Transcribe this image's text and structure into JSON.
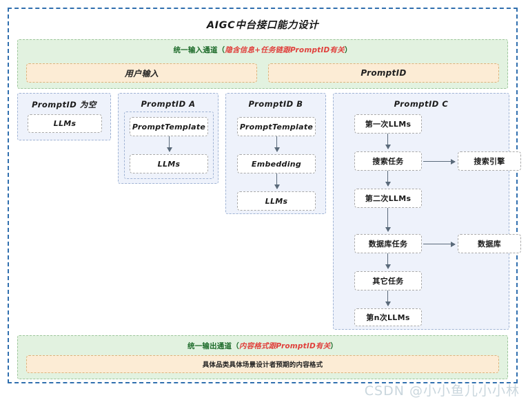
{
  "diagram": {
    "title": "AIGC中台接口能力设计",
    "watermark": "CSDN @小小鱼儿小小林"
  },
  "input_channel": {
    "label_prefix": "统一输入通道（",
    "label_accent": "隐含信息+任务链跟PromptID有关",
    "label_suffix": "）",
    "boxes": [
      {
        "label": "用户输入"
      },
      {
        "label": "PromptID"
      }
    ]
  },
  "output_channel": {
    "label_prefix": "统一输出通道（",
    "label_accent": "内容格式跟PromptID有关",
    "label_suffix": "）",
    "boxes": [
      {
        "label": "具体品类具体场景设计者预期的内容格式"
      }
    ]
  },
  "columns": [
    {
      "title": "PromptID  为空",
      "nodes": [
        {
          "label": "LLMs"
        }
      ]
    },
    {
      "title": "PromptID  A",
      "nodes": [
        {
          "label": "PromptTemplate"
        },
        {
          "label": "LLMs"
        }
      ]
    },
    {
      "title": "PromptID  B",
      "nodes": [
        {
          "label": "PromptTemplate"
        },
        {
          "label": "Embedding"
        },
        {
          "label": "LLMs"
        }
      ]
    },
    {
      "title": "PromptID  C",
      "main_nodes": [
        {
          "label": "第一次LLMs"
        },
        {
          "label": "搜索任务"
        },
        {
          "label": "第二次LLMs"
        },
        {
          "label": "数据库任务"
        },
        {
          "label": "其它任务"
        },
        {
          "label": "第n次LLMs"
        }
      ],
      "side_nodes": [
        {
          "label": "搜索引擎"
        },
        {
          "label": "数据库"
        }
      ]
    }
  ],
  "colors": {
    "frame_border": "#2f6eae",
    "channel_bg": "#e2f2e0",
    "channel_border": "#9cc59a",
    "channel_text": "#1d6b2a",
    "accent_text": "#e0403c",
    "orange_bg": "#fcecd5",
    "orange_border": "#dcb37c",
    "column_bg": "#eef2fb",
    "column_border": "#9fb3d4",
    "node_border": "#a8a8a8",
    "arrow": "#5a6a7a",
    "watermark": "#c9d6dd"
  }
}
